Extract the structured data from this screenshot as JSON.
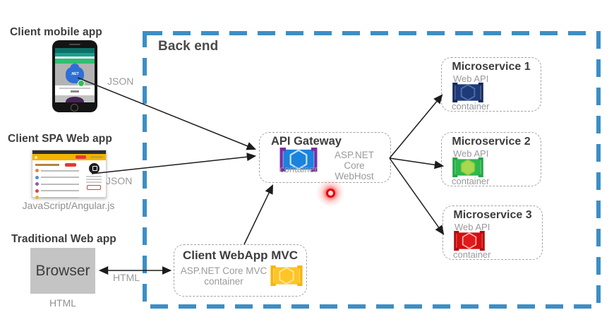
{
  "diagram": {
    "backend": {
      "label": "Back end",
      "border_color": "#3d8ec4"
    },
    "edge_labels": {
      "json_mobile": "JSON",
      "json_spa": "JSON",
      "html_arrow": "HTML"
    },
    "clients": {
      "mobile": {
        "title": "Client mobile app",
        "badge": ".NET"
      },
      "spa": {
        "title": "Client SPA Web app",
        "caption": "JavaScript/Angular.js"
      },
      "traditional": {
        "title": "Traditional Web app",
        "browser_label": "Browser",
        "caption": "HTML"
      }
    },
    "gateway": {
      "title": "API Gateway",
      "container_caption": "container",
      "tech_line1": "ASP.NET Core",
      "tech_line2": "WebHost",
      "icon_color": "#1b82dd"
    },
    "mvc": {
      "title": "Client WebApp MVC",
      "tech_line1": "ASP.NET Core MVC",
      "tech_line2": "container",
      "icon_color": "#ffc425"
    },
    "microservices": [
      {
        "title": "Microservice 1",
        "subtitle": "Web API",
        "caption": "container",
        "icon_color": "#1e3a78"
      },
      {
        "title": "Microservice 2",
        "subtitle": "Web API",
        "caption": "container",
        "icon_color": "#2cb84d"
      },
      {
        "title": "Microservice 3",
        "subtitle": "Web API",
        "caption": "container",
        "icon_color": "#d40f0f"
      }
    ]
  }
}
